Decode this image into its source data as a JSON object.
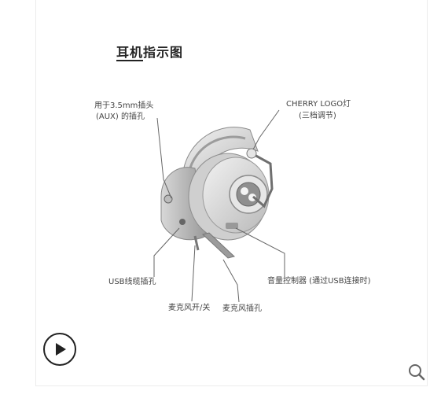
{
  "doc": {
    "title": "耳机指示图",
    "labels": {
      "aux_line1": "用于3.5mm插头",
      "aux_line2": "(AUX) 的插孔",
      "logo_line1": "CHERRY LOGO灯",
      "logo_line2": "(三档调节)",
      "usb_cable": "USB线缆插孔",
      "mic_switch": "麦克风开/关",
      "mic_jack": "麦克风插孔",
      "volume": "音量控制器 (通过USB连接时)"
    }
  },
  "controls": {
    "play_icon": "play-circle-icon",
    "zoom_icon": "magnifier-icon"
  }
}
